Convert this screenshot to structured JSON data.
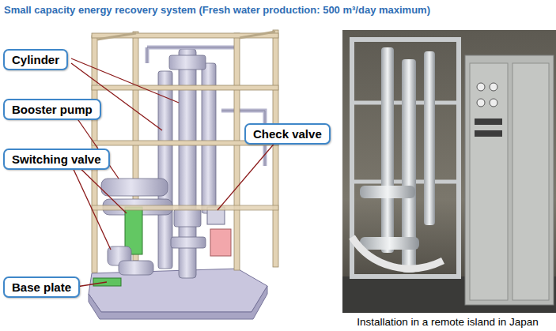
{
  "diagram": {
    "title": "Small capacity energy recovery system (Fresh water production: 500 m³/day maximum)",
    "caption": "Installation in a remote island in Japan",
    "nodes": [
      {
        "text": [
          "Cylinder"
        ]
      },
      {
        "text": [
          "Booster pump"
        ]
      },
      {
        "text": [
          "Switching valve"
        ]
      },
      {
        "text": [
          "Check valve"
        ]
      },
      {
        "text": [
          "Base plate"
        ]
      }
    ]
  }
}
